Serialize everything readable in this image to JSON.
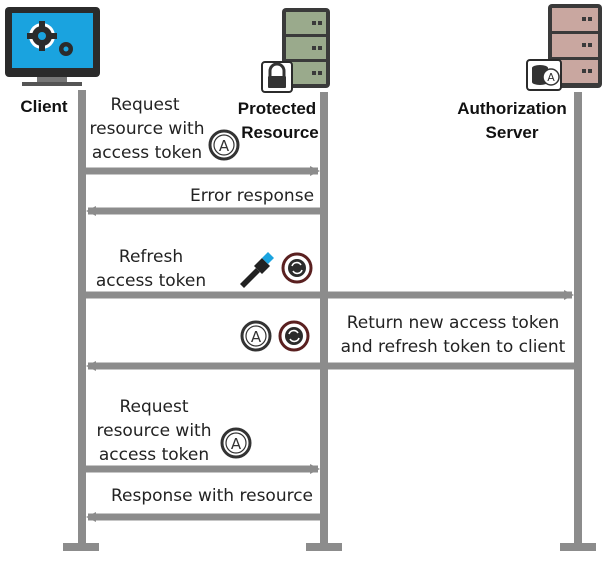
{
  "actors": {
    "client": {
      "label": "Client"
    },
    "resource": {
      "label_lines": [
        "Protected",
        "Resource"
      ]
    },
    "auth": {
      "label_lines": [
        "Authorization",
        "Server"
      ]
    }
  },
  "messages": [
    {
      "lines": [
        "Request",
        "resource with",
        "access token"
      ],
      "direction": "client-to-resource"
    },
    {
      "lines": [
        "Error response"
      ],
      "direction": "resource-to-client"
    },
    {
      "lines": [
        "Refresh",
        "access token"
      ],
      "direction": "client-to-auth"
    },
    {
      "lines": [
        "Return new access token",
        "and refresh token to client"
      ],
      "direction": "auth-to-client"
    },
    {
      "lines": [
        "Request",
        "resource with",
        "access token"
      ],
      "direction": "client-to-resource"
    },
    {
      "lines": [
        "Response with resource"
      ],
      "direction": "resource-to-client"
    }
  ],
  "icons": {
    "access_token_letter": "A"
  },
  "colors": {
    "lifeline": "#8c8c8c",
    "arrow": "#8c8c8c",
    "monitor_screen": "#1aa3df",
    "server_green": "#9aaa8c",
    "server_pink": "#c9a7a0"
  }
}
